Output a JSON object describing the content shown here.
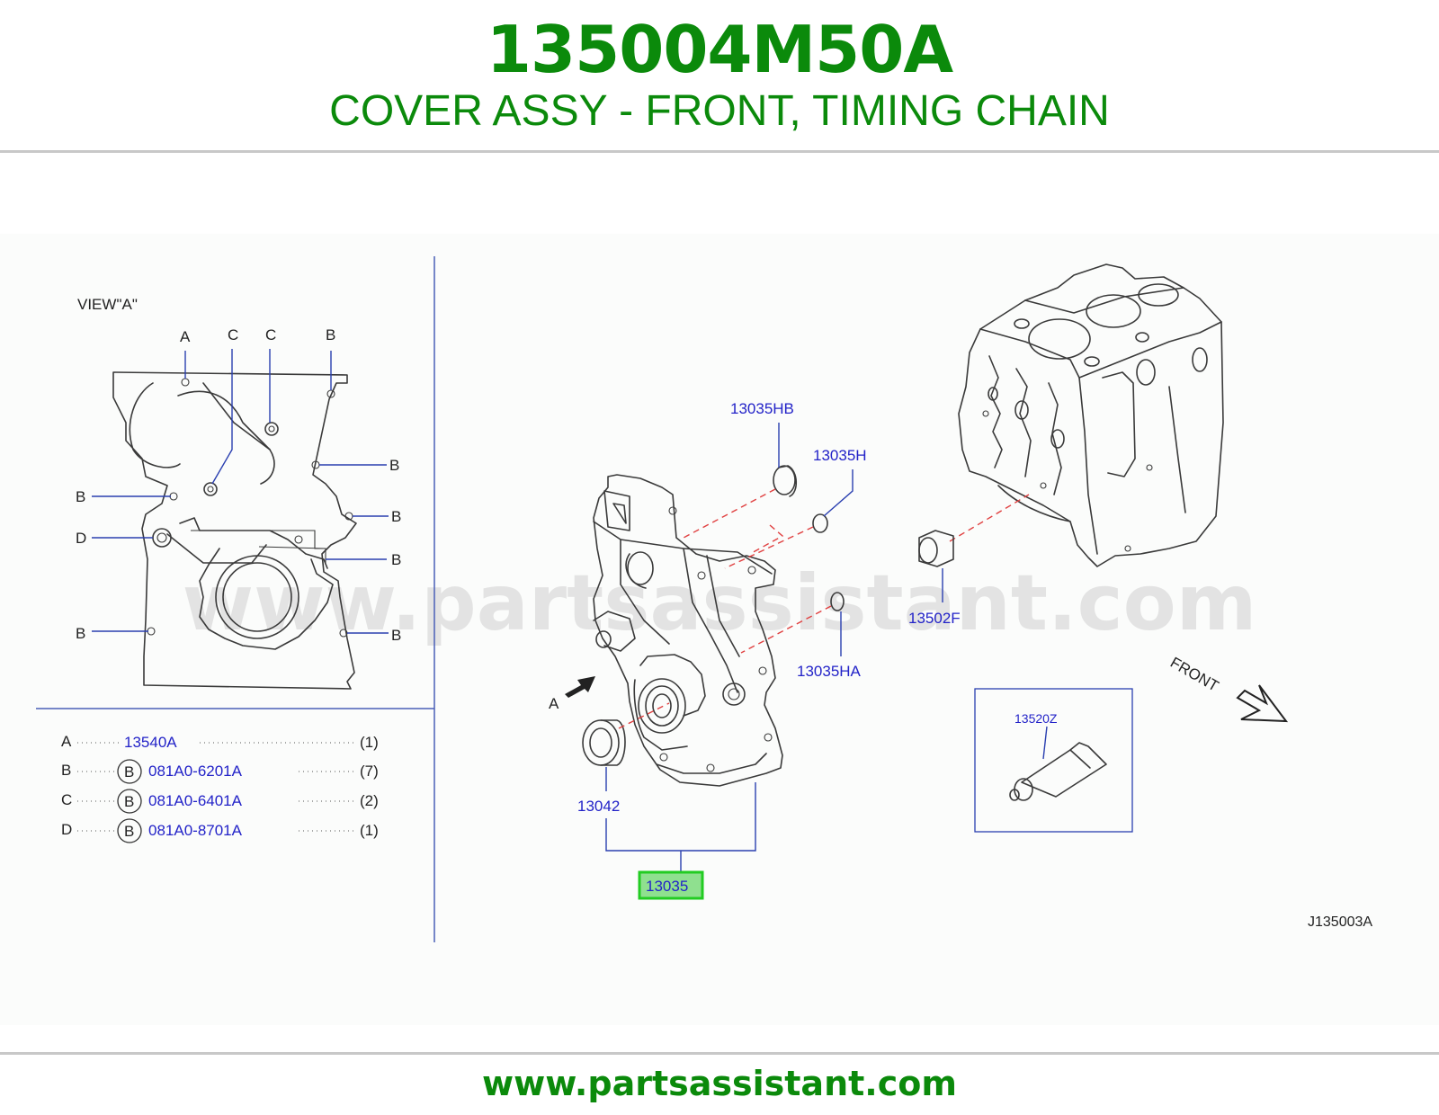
{
  "header": {
    "part_number": "135004M50A",
    "description": "COVER ASSY - FRONT, TIMING CHAIN"
  },
  "footer": {
    "website": "www.partsassistant.com"
  },
  "watermark": "www.partsassistant.com",
  "view_a": {
    "title": "VIEW\"A\"",
    "callouts": [
      "A",
      "C",
      "C",
      "B",
      "B",
      "B",
      "B",
      "D",
      "B",
      "B",
      "B"
    ]
  },
  "legend": {
    "rows": [
      {
        "key": "A",
        "circle": "",
        "part": "13540A",
        "qty": "(1)"
      },
      {
        "key": "B",
        "circle": "B",
        "part": "081A0-6201A",
        "qty": "(7)"
      },
      {
        "key": "C",
        "circle": "B",
        "part": "081A0-6401A",
        "qty": "(2)"
      },
      {
        "key": "D",
        "circle": "B",
        "part": "081A0-8701A",
        "qty": "(1)"
      }
    ]
  },
  "parts": {
    "p13035HB": "13035HB",
    "p13035H": "13035H",
    "p13035HA": "13035HA",
    "p13042": "13042",
    "p13035": "13035",
    "p13502F": "13502F",
    "p13520Z": "13520Z",
    "arrow_a": "A",
    "front": "FRONT"
  },
  "diagram_code": "J135003A",
  "colors": {
    "brand_green": "#0b8a0b",
    "label_blue": "#2323c8",
    "highlight_green": "#22cc22"
  }
}
